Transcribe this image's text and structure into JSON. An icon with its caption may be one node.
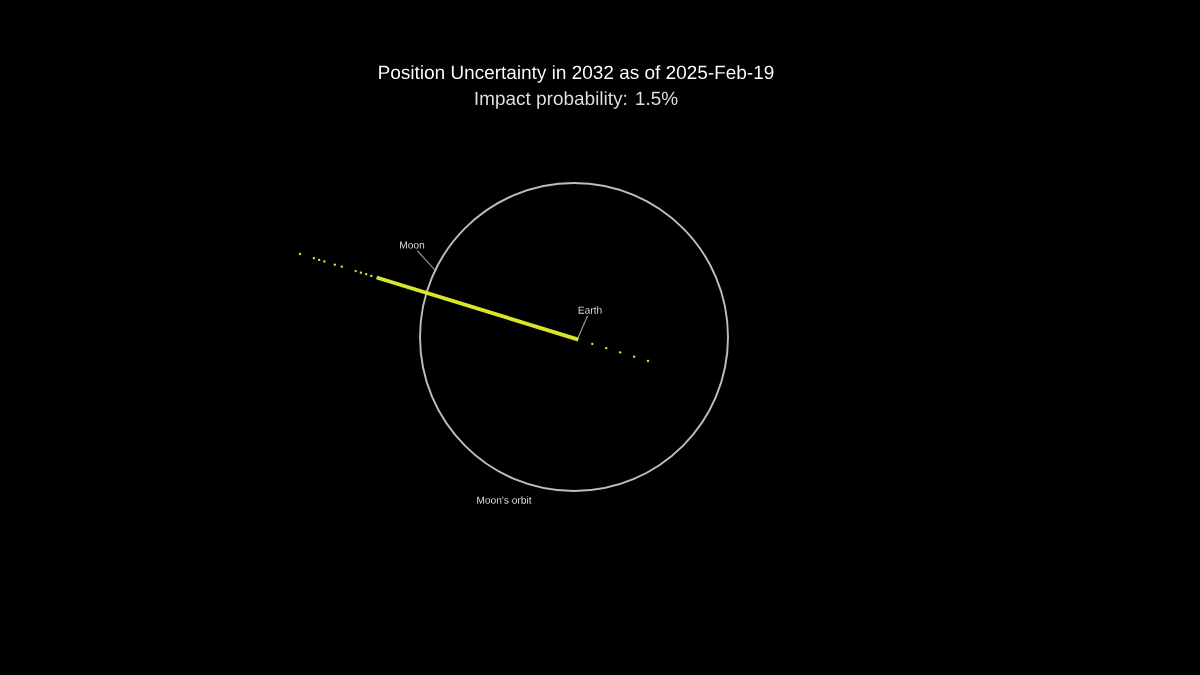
{
  "diagram": {
    "title": "Position Uncertainty in 2032 as of 2025-Feb-19",
    "nodes": [
      {
        "text": [
          "Moon"
        ]
      },
      {
        "text": [
          "Earth"
        ]
      }
    ],
    "edges": [
      {
        "from": 0,
        "to": null,
        "arrow": "none"
      },
      {
        "from": 1,
        "to": null,
        "arrow": "none"
      }
    ],
    "labels": [
      "Impact probability: 1.5%",
      "Moon's orbit"
    ]
  }
}
